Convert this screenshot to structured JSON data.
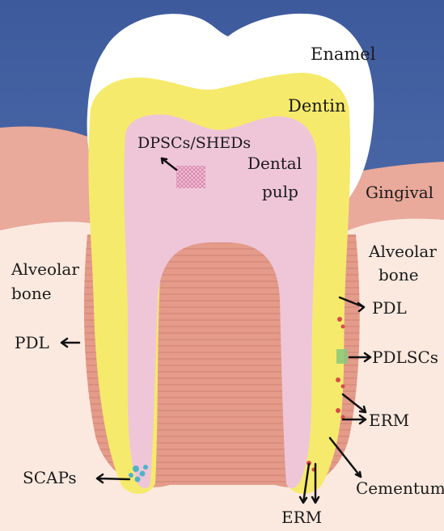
{
  "labels": {
    "enamel": "Enamel",
    "dentin": "Dentin",
    "dpscs_sheds": "DPSCs/SHEDs",
    "dental": "Dental",
    "pulp": "pulp",
    "gingival": "Gingival",
    "alveolar_left": "Alveolar",
    "bone_left": "bone",
    "alveolar_right": "Alveolar",
    "bone_right": "bone",
    "pdl_left": "PDL",
    "pdl_right": "PDL",
    "pdlscs": "PDLSCs",
    "erm_right": "ERM",
    "scaps": "SCAPs",
    "cementum": "Cementum",
    "erm_bottom": "ERM"
  },
  "colors": {
    "sky": "#4a6aa8",
    "gingiva": "#e9a99b",
    "bone": "#fbe9df",
    "enamel": "#ffffff",
    "dentin": "#f6ea6c",
    "pulp": "#eec6d8",
    "pdl_band": "#e49b8a",
    "stem_cells_pulp": "#d977a4",
    "stem_cells_scap": "#4fb3c9",
    "stem_cells_pdl": "#8ac87b",
    "stem_cells_erm": "#d94a4a"
  }
}
